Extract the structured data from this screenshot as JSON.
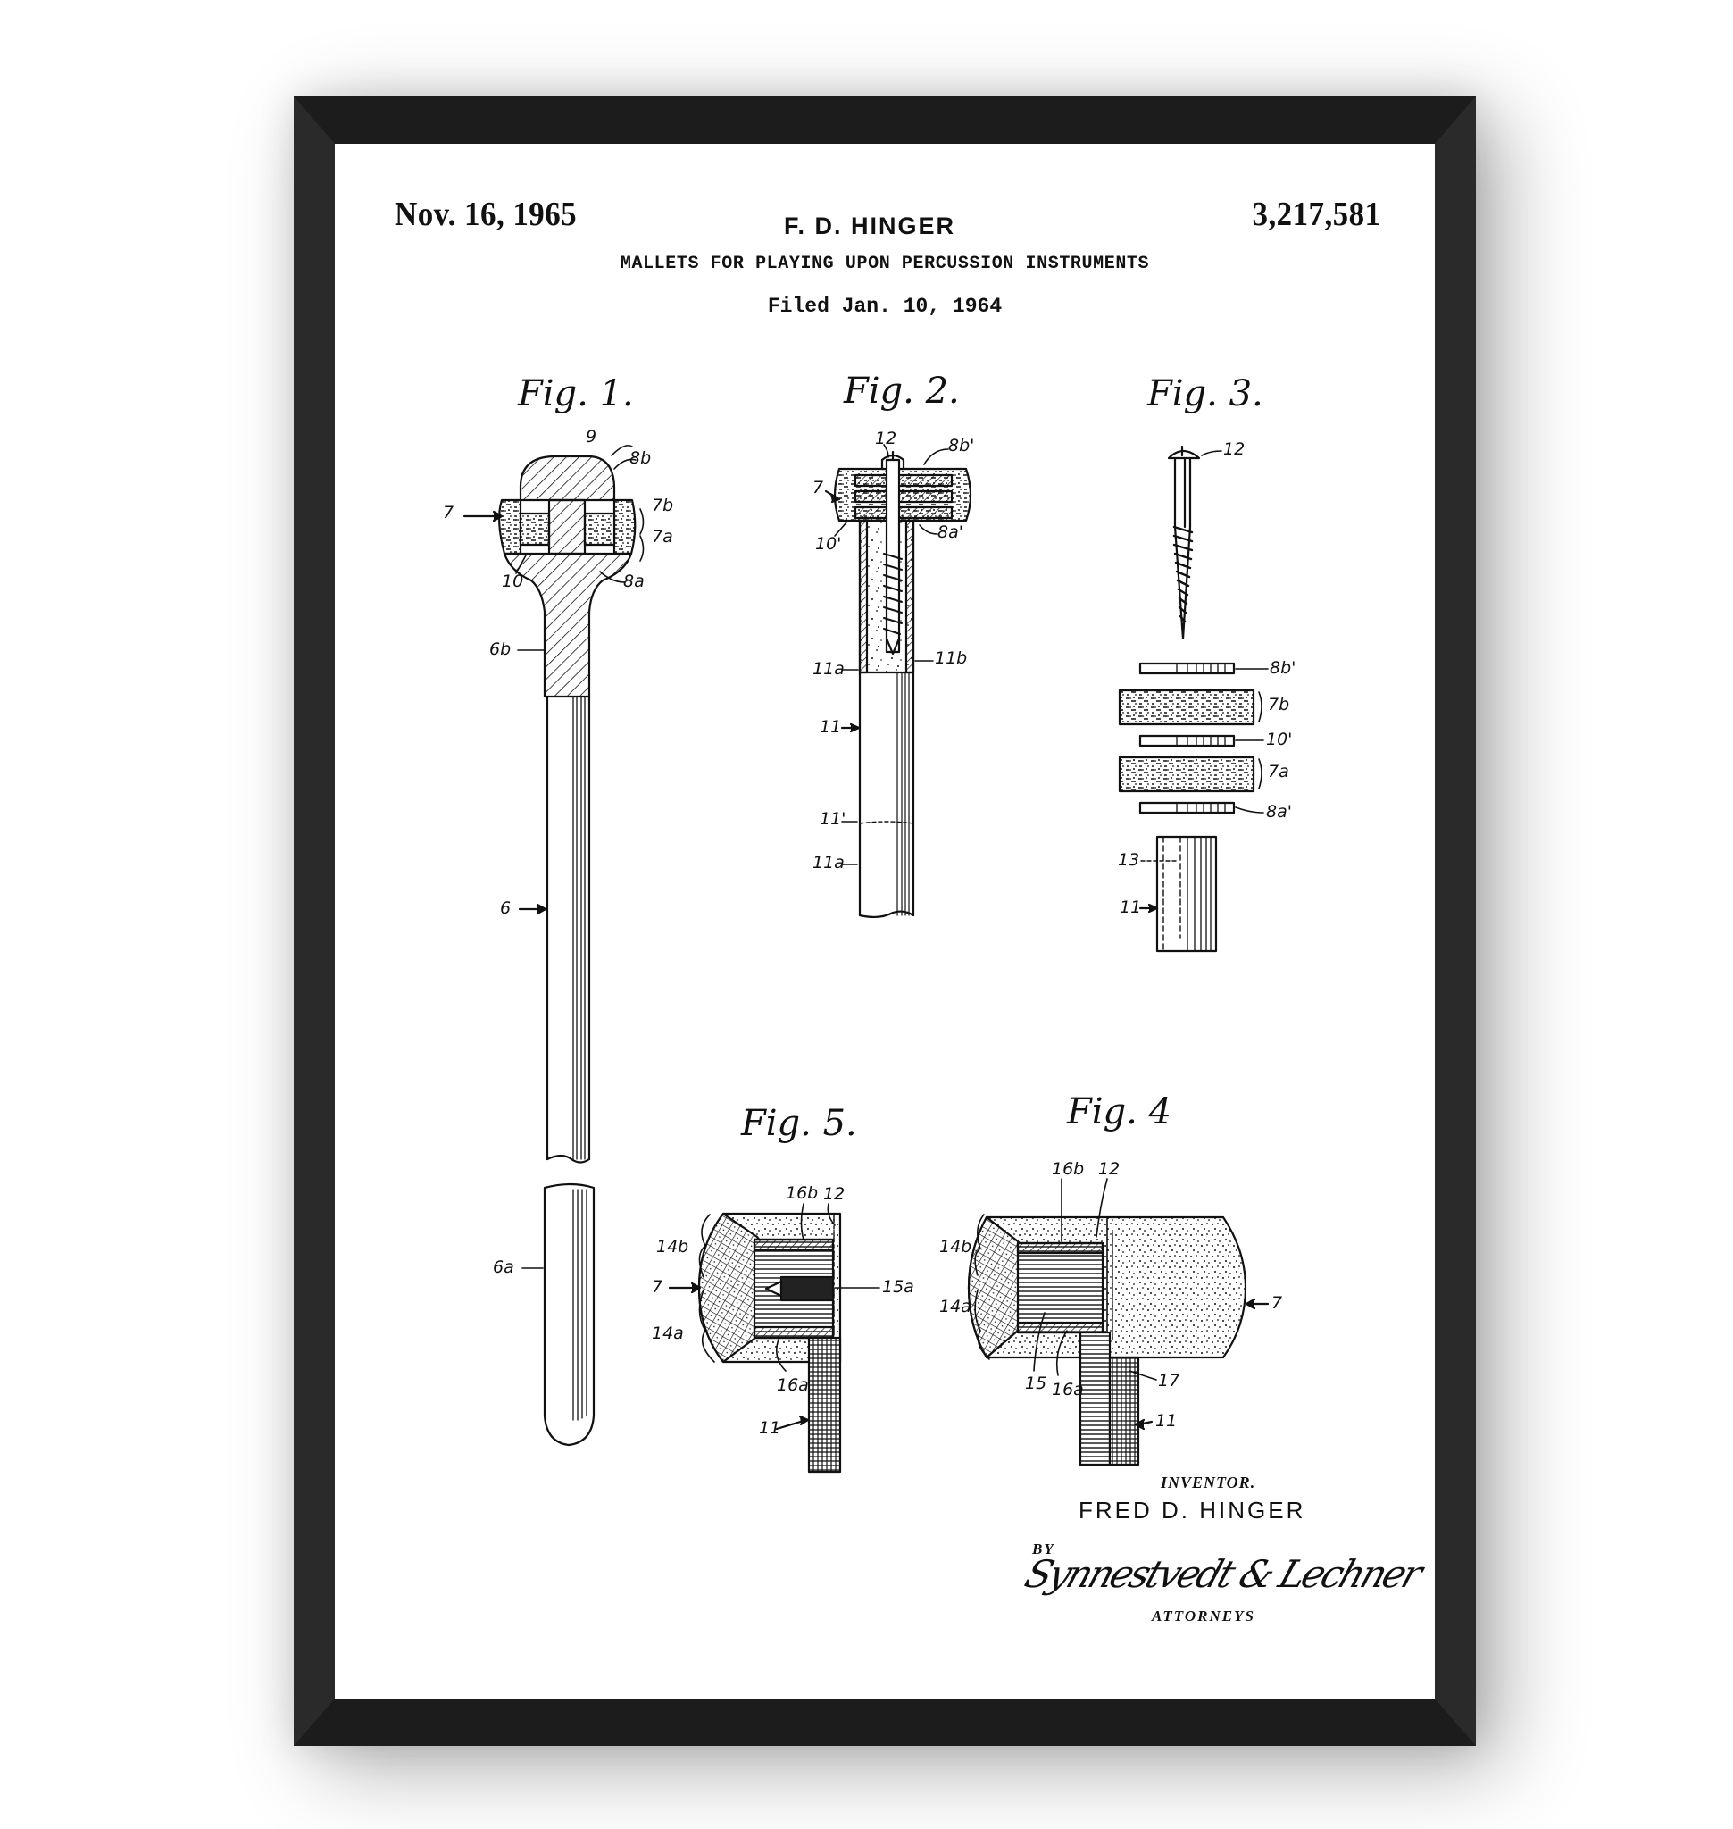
{
  "poster": {
    "frame_color": "#2a2a2a",
    "paper_color": "#ffffff",
    "ink_color": "#111111"
  },
  "header": {
    "date": "Nov. 16, 1965",
    "inventor_short": "F. D. HINGER",
    "patent_number": "3,217,581",
    "title": "MALLETS FOR PLAYING UPON PERCUSSION INSTRUMENTS",
    "filed": "Filed Jan. 10, 1964"
  },
  "figures": [
    {
      "label": "Fig. 1.",
      "refs": [
        "9",
        "8b",
        "7",
        "7b",
        "7a",
        "10",
        "8a",
        "6b",
        "6",
        "6a"
      ]
    },
    {
      "label": "Fig. 2.",
      "refs": [
        "12",
        "8b'",
        "7",
        "10'",
        "8a'",
        "11a",
        "11b",
        "11",
        "11'",
        "11a"
      ]
    },
    {
      "label": "Fig. 3.",
      "refs": [
        "12",
        "8b'",
        "7b",
        "10'",
        "7a",
        "8a'",
        "13",
        "11"
      ]
    },
    {
      "label": "Fig. 5.",
      "refs": [
        "16b",
        "12",
        "14b",
        "7",
        "15a",
        "14a",
        "16a",
        "11"
      ]
    },
    {
      "label": "Fig. 4",
      "refs": [
        "16b",
        "12",
        "14b",
        "14a",
        "7",
        "15",
        "16a",
        "17",
        "11"
      ]
    }
  ],
  "signature": {
    "inventor_heading": "INVENTOR.",
    "inventor_name": "FRED D. HINGER",
    "by": "BY",
    "signature_text": "Synnestvedt & Lechner",
    "attorneys": "ATTORNEYS"
  }
}
